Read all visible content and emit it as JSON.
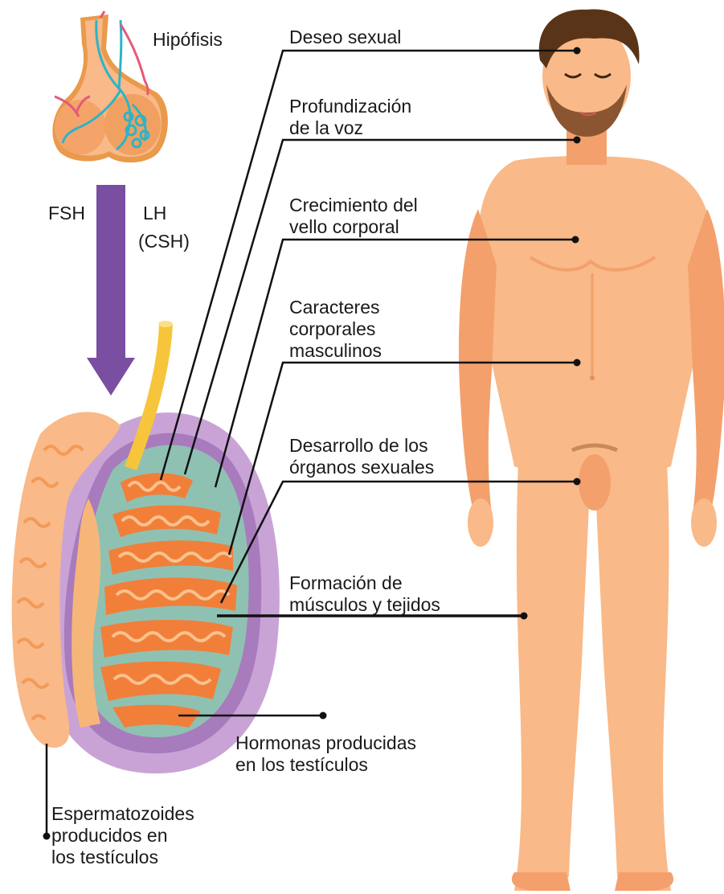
{
  "colors": {
    "skin": "#f9b988",
    "skin_shadow": "#f3a06d",
    "hair": "#5a3418",
    "arrow": "#7a4ea0",
    "tunica": "#c9a3d6",
    "tunica_dark": "#a87bbd",
    "tubule_fill": "#f7b679",
    "tubule_core": "#f17f3a",
    "interstitial": "#8fc1b2",
    "vessel_blue": "#2db3c9",
    "vessel_pink": "#e45a7a",
    "duct_yellow": "#f7c53b",
    "line": "#111111"
  },
  "icons": [
    "pituitary-gland-icon",
    "testicle-cross-section-icon",
    "male-body-icon",
    "hormone-arrow-icon"
  ],
  "labels": {
    "pituitary": "Hipófisis",
    "fsh": "FSH",
    "lh_line1": "LH",
    "lh_line2": "(CSH)",
    "sexual_desire": "Deseo sexual",
    "voice_line1": "Profundización",
    "voice_line2": "de la voz",
    "hair_line1": "Crecimiento del",
    "hair_line2": "vello corporal",
    "body_line1": "Caracteres",
    "body_line2": "corporales",
    "body_line3": "masculinos",
    "organs_line1": "Desarrollo de los",
    "organs_line2": "órganos sexuales",
    "muscles_line1": "Formación de",
    "muscles_line2": "músculos y tejidos",
    "hormones_line1": "Hormonas producidas",
    "hormones_line2": "en los testículos",
    "sperm_line1": "Espermatozoides",
    "sperm_line2": "producidos en",
    "sperm_line3": "los testículos"
  }
}
